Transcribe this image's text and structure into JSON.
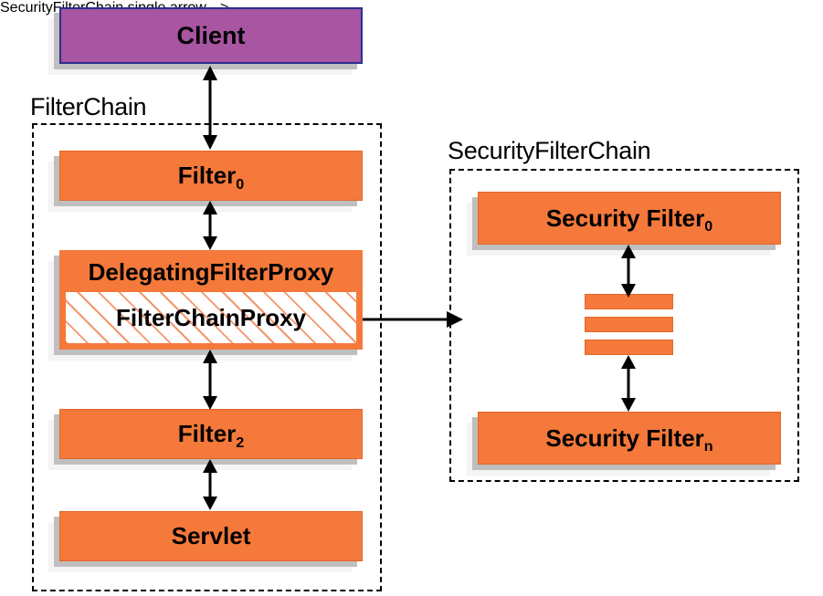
{
  "diagram": {
    "title": "Spring Security FilterChain / SecurityFilterChain delegation diagram",
    "colors": {
      "orange_fill": "#f4793b",
      "orange_border": "#e2662a",
      "purple_fill": "#a855a2",
      "purple_border": "#2b2f8f",
      "shadow_dark": "#bfbfbf",
      "shadow_light": "#f4f4f4",
      "arrow": "#000000",
      "dashed_border": "#000000",
      "hatch": "#f5966b"
    },
    "client": {
      "label": "Client"
    },
    "filter_chain": {
      "group_label": "FilterChain",
      "nodes": [
        {
          "label": "Filter",
          "subscript": "0"
        },
        {
          "label": "DelegatingFilterProxy",
          "inner_label": "FilterChainProxy"
        },
        {
          "label": "Filter",
          "subscript": "2"
        },
        {
          "label": "Servlet",
          "subscript": ""
        }
      ]
    },
    "security_filter_chain": {
      "group_label": "SecurityFilterChain",
      "nodes": [
        {
          "label": "Security Filter",
          "subscript": "0"
        },
        {
          "label": "Security Filter",
          "subscript": "n"
        }
      ],
      "ellipsis_bars": 3
    },
    "connections": [
      {
        "from": "Client",
        "to": "Filter0",
        "style": "double-arrow-vertical"
      },
      {
        "from": "Filter0",
        "to": "DelegatingFilterProxy",
        "style": "double-arrow-vertical"
      },
      {
        "from": "DelegatingFilterProxy",
        "to": "Filter2",
        "style": "double-arrow-vertical"
      },
      {
        "from": "Filter2",
        "to": "Servlet",
        "style": "double-arrow-vertical"
      },
      {
        "from": "FilterChainProxy",
        "to": "SecurityFilterChain",
        "style": "single-arrow-right"
      },
      {
        "from": "Security Filter0",
        "to": "ellipsis",
        "style": "double-arrow-vertical"
      },
      {
        "from": "ellipsis",
        "to": "Security Filtern",
        "style": "double-arrow-vertical"
      }
    ]
  }
}
